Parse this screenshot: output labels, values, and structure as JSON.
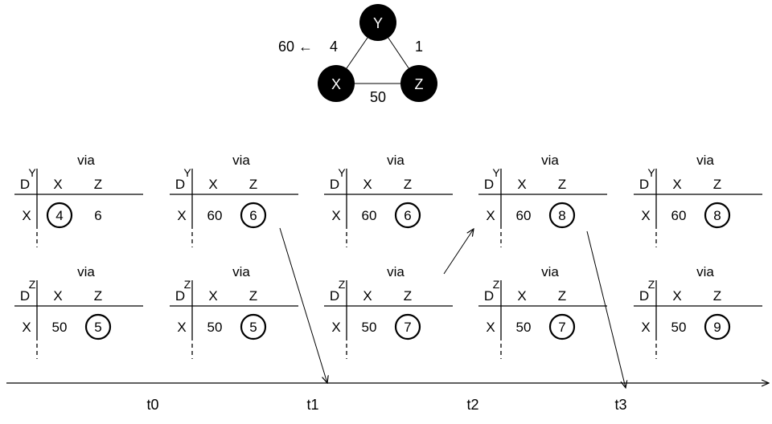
{
  "graph": {
    "nodes": [
      {
        "id": "Y",
        "label": "Y"
      },
      {
        "id": "X",
        "label": "X"
      },
      {
        "id": "Z",
        "label": "Z"
      }
    ],
    "edges": [
      {
        "from": "Y",
        "to": "X",
        "label": "4",
        "change_note": "60 ←"
      },
      {
        "from": "Y",
        "to": "Z",
        "label": "1"
      },
      {
        "from": "X",
        "to": "Z",
        "label": "50"
      }
    ]
  },
  "table_labels": {
    "via": "via",
    "dest": "D",
    "cols": [
      "X",
      "Z"
    ],
    "row": "X"
  },
  "tables": [
    {
      "id": "y0",
      "node": "Y",
      "values": [
        "4",
        "6"
      ],
      "circled": 0
    },
    {
      "id": "y1",
      "node": "Y",
      "values": [
        "60",
        "6"
      ],
      "circled": 1
    },
    {
      "id": "y2",
      "node": "Y",
      "values": [
        "60",
        "6"
      ],
      "circled": 1
    },
    {
      "id": "y3",
      "node": "Y",
      "values": [
        "60",
        "8"
      ],
      "circled": 1
    },
    {
      "id": "y4",
      "node": "Y",
      "values": [
        "60",
        "8"
      ],
      "circled": 1
    },
    {
      "id": "z0",
      "node": "Z",
      "values": [
        "50",
        "5"
      ],
      "circled": 1
    },
    {
      "id": "z1",
      "node": "Z",
      "values": [
        "50",
        "5"
      ],
      "circled": 1
    },
    {
      "id": "z2",
      "node": "Z",
      "values": [
        "50",
        "7"
      ],
      "circled": 1
    },
    {
      "id": "z3",
      "node": "Z",
      "values": [
        "50",
        "7"
      ],
      "circled": 1
    },
    {
      "id": "z4",
      "node": "Z",
      "values": [
        "50",
        "9"
      ],
      "circled": 1
    }
  ],
  "arrows": [
    {
      "from": "y1",
      "to": "z2"
    },
    {
      "from": "z2",
      "to": "y3"
    },
    {
      "from": "y3",
      "to": "z4"
    }
  ],
  "timeline": {
    "labels": [
      "t0",
      "t1",
      "t2",
      "t3"
    ]
  }
}
